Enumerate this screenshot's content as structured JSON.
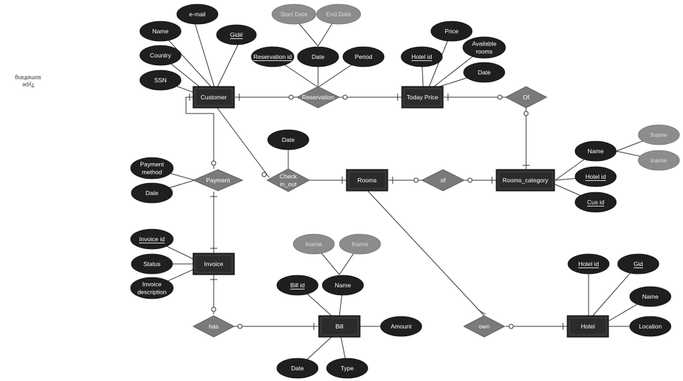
{
  "note": {
    "text": "Type something"
  },
  "entities": {
    "customer": "Customer",
    "today_price": "Today Price",
    "rooms": "Rooms",
    "rooms_category": "Rooms_category",
    "invoice": "Invoice",
    "bill": "Bill",
    "hotel": "Hotel"
  },
  "relationships": {
    "reservation": "Reservation",
    "of_top": "Of",
    "payment": "Payment",
    "check_in_out": "Check in_out",
    "of_mid": "of",
    "has": "has",
    "own": "own"
  },
  "attributes": {
    "email": "e-mail",
    "cust_name": "Name",
    "gid": "Gid#",
    "country": "Country",
    "ssn": "SSN",
    "start_date": "Start Date",
    "end_date": "End Date",
    "reservation_id": "Reservation id",
    "res_date": "Date",
    "period": "Period",
    "price": "Price",
    "hotel_id_tp": "Hotel id",
    "available_rooms": "Available rooms",
    "tp_date": "Date",
    "check_date": "Date",
    "payment_method": "Payment method",
    "pay_date": "Date",
    "rc_name": "Name",
    "fname_rc": "fname",
    "lname_rc": "lname",
    "rc_hotel_id": "Hotel id",
    "cus_id": "Cus id",
    "invoice_id": "Invoice id",
    "status": "Status",
    "invoice_desc": "Invoice description",
    "lname_bill": "lname",
    "fname_bill": "fname",
    "bill_id": "Bill id",
    "bill_name": "Name",
    "amount": "Amount",
    "bill_date": "Date",
    "bill_type": "Type",
    "hotel_id": "Hotel id",
    "hotel_gid": "Gid",
    "hotel_name": "Name",
    "location": "Location"
  },
  "colors": {
    "entity_fill": "#2b2b2b",
    "entity_border": "#111111",
    "relationship_fill": "#7a7a7a",
    "attribute_fill": "#1f1f1f",
    "derived_fill": "#8c8c8c",
    "line": "#333333",
    "text_light": "#ffffff"
  }
}
